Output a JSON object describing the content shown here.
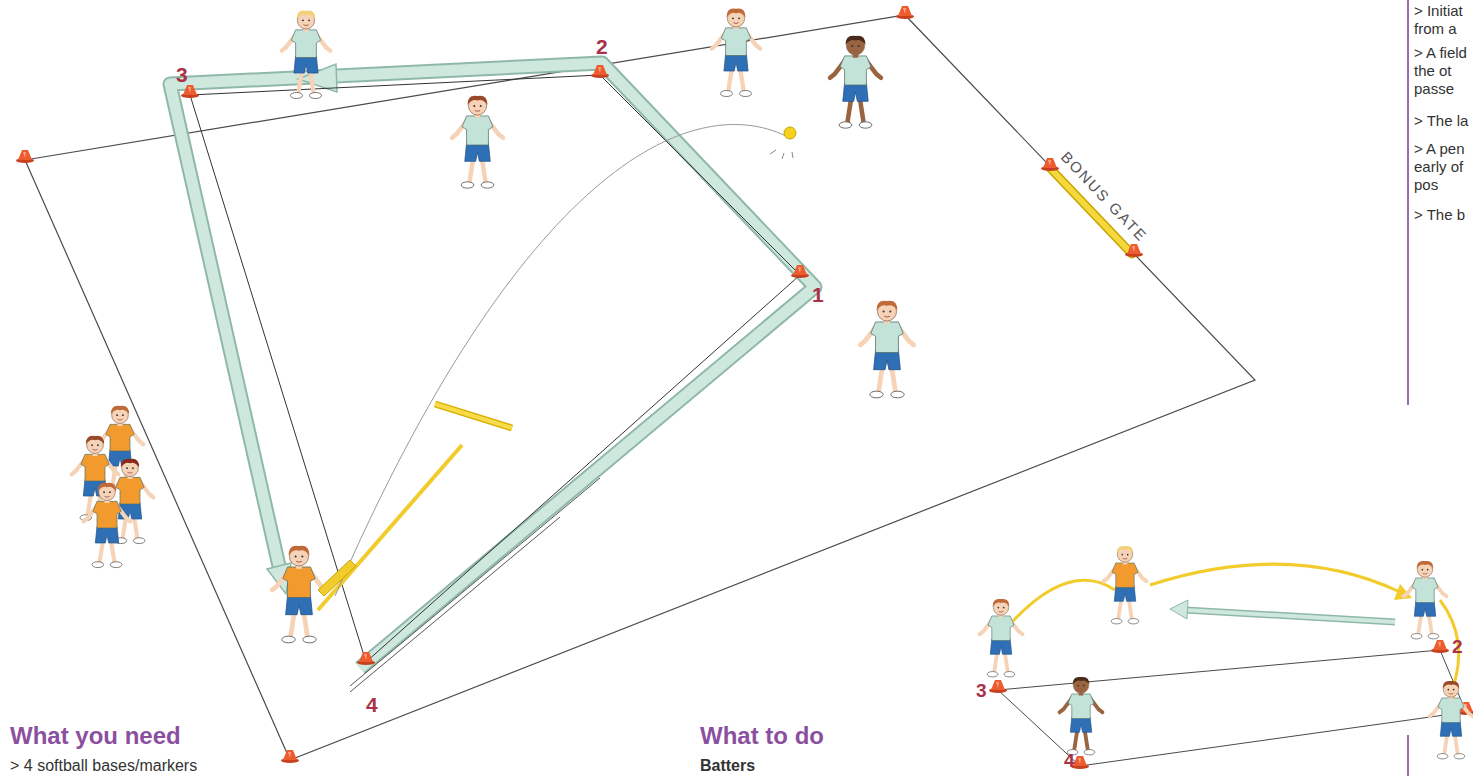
{
  "diagram": {
    "labels": [
      "BONUS GATE",
      "1",
      "2",
      "3",
      "4",
      "3",
      "2",
      "4",
      "What you need",
      "> 4 softball bases/markers",
      "What to do",
      "Batters",
      "> Initiat from a",
      "> A field the ot passe",
      "> The la",
      "> A pen early of pos",
      "> The b"
    ]
  }
}
